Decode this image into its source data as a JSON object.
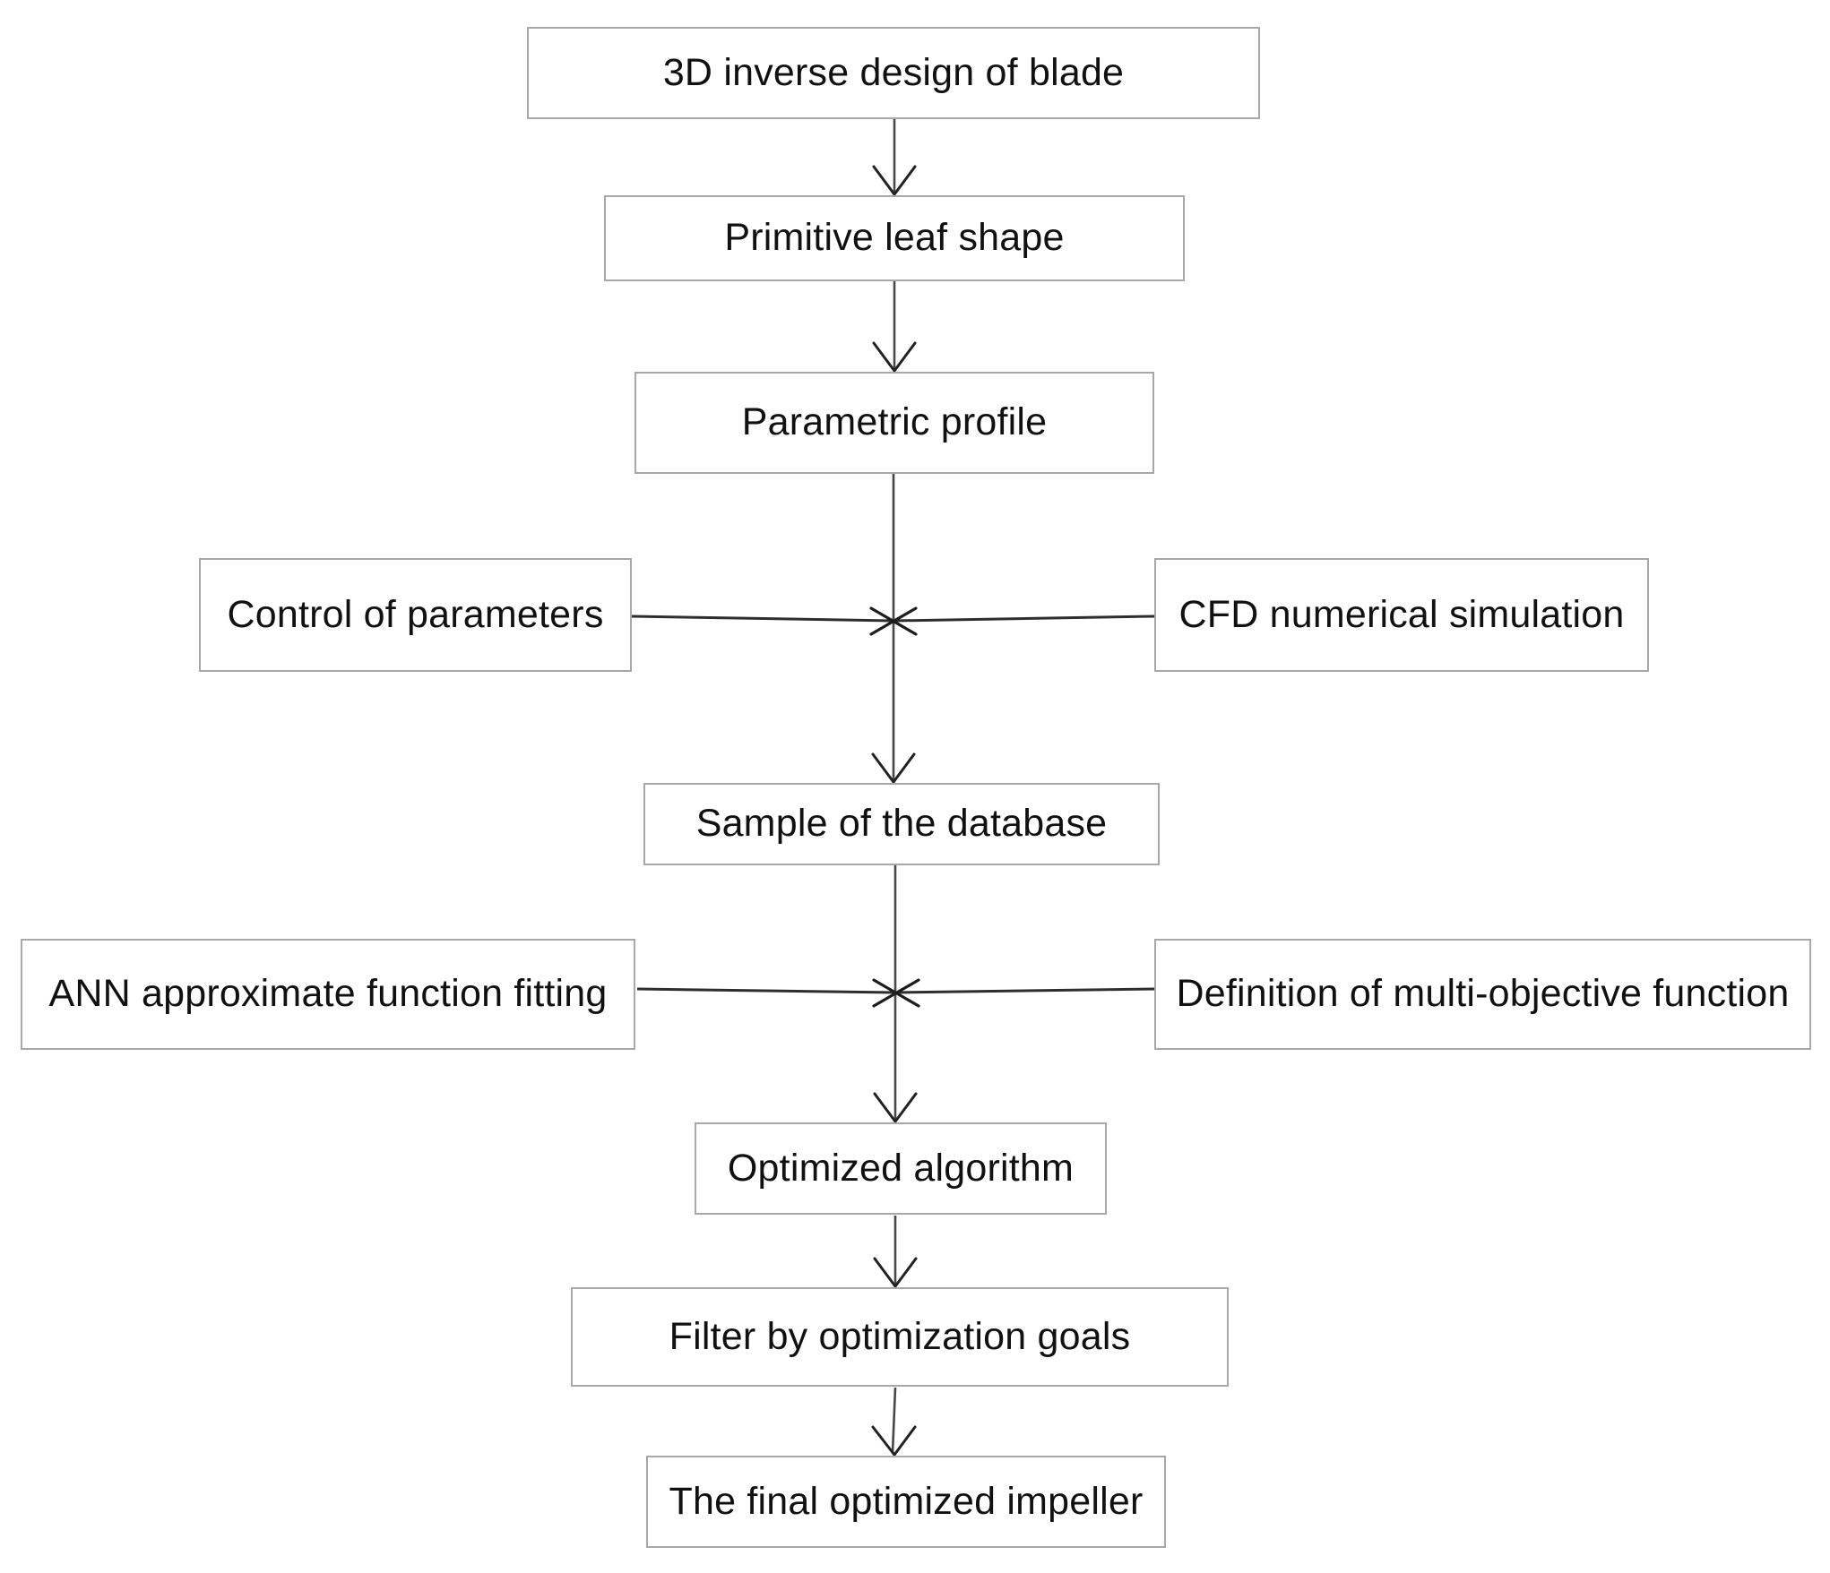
{
  "diagram": {
    "type": "flowchart",
    "nodes": [
      {
        "id": "inverse-design",
        "label": "3D inverse design of blade"
      },
      {
        "id": "primitive-leaf-shape",
        "label": "Primitive leaf shape"
      },
      {
        "id": "parametric-profile",
        "label": "Parametric profile"
      },
      {
        "id": "control-of-parameters",
        "label": "Control of parameters"
      },
      {
        "id": "cfd-numerical-simulation",
        "label": "CFD numerical simulation"
      },
      {
        "id": "sample-of-database",
        "label": "Sample of the database"
      },
      {
        "id": "ann-function-fitting",
        "label": "ANN approximate function fitting"
      },
      {
        "id": "multi-objective-function",
        "label": "Definition of multi-objective function"
      },
      {
        "id": "optimized-algorithm",
        "label": "Optimized algorithm"
      },
      {
        "id": "filter-by-goals",
        "label": "Filter by optimization goals"
      },
      {
        "id": "final-optimized-impeller",
        "label": "The final optimized impeller"
      }
    ],
    "edges": [
      {
        "from": "inverse-design",
        "to": "primitive-leaf-shape"
      },
      {
        "from": "primitive-leaf-shape",
        "to": "parametric-profile"
      },
      {
        "from": "parametric-profile",
        "to": "sample-of-database"
      },
      {
        "from": "control-of-parameters",
        "to": "junction-1"
      },
      {
        "from": "cfd-numerical-simulation",
        "to": "junction-1"
      },
      {
        "from": "sample-of-database",
        "to": "optimized-algorithm"
      },
      {
        "from": "ann-function-fitting",
        "to": "junction-2"
      },
      {
        "from": "multi-objective-function",
        "to": "junction-2"
      },
      {
        "from": "optimized-algorithm",
        "to": "filter-by-goals"
      },
      {
        "from": "filter-by-goals",
        "to": "final-optimized-impeller"
      }
    ],
    "colors": {
      "background": "#ffffff",
      "node_fill": "#ffffff",
      "node_border": "#a8a8a8",
      "connector": "#3f3f3f",
      "text": "#111111"
    }
  }
}
